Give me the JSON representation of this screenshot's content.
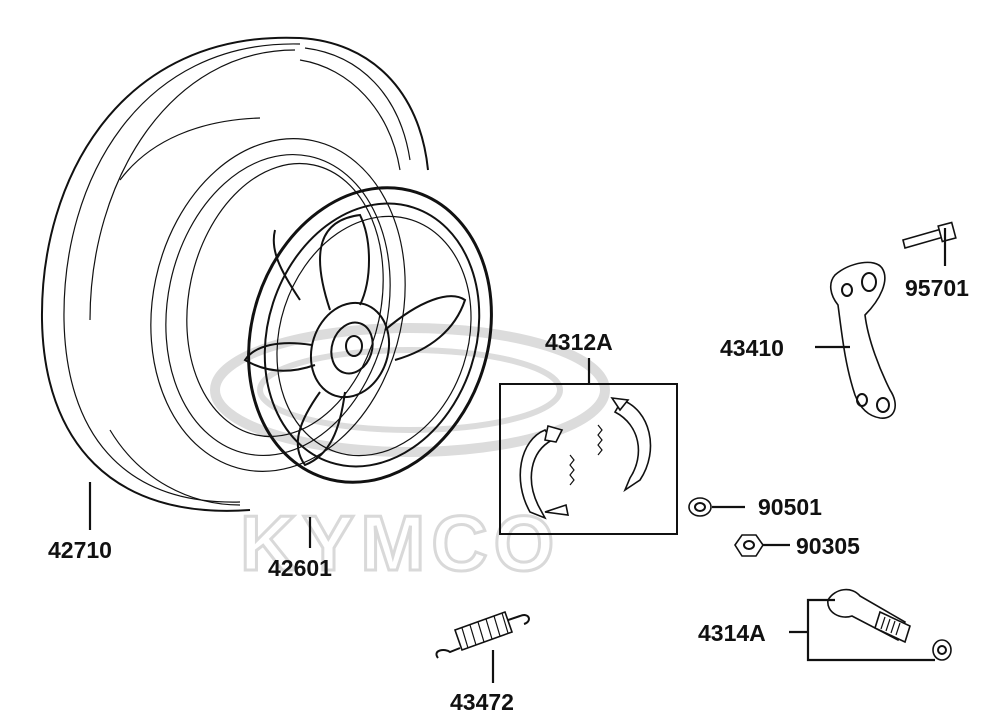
{
  "watermark": "KYMCO",
  "parts": [
    {
      "id": "tire",
      "number": "42710"
    },
    {
      "id": "rim",
      "number": "42601"
    },
    {
      "id": "brake-shoe-set",
      "number": "4312A"
    },
    {
      "id": "brake-arm",
      "number": "43410"
    },
    {
      "id": "bolt",
      "number": "95701"
    },
    {
      "id": "washer",
      "number": "90501"
    },
    {
      "id": "nut",
      "number": "90305"
    },
    {
      "id": "brake-cam-set",
      "number": "4314A"
    },
    {
      "id": "spring",
      "number": "43472"
    }
  ]
}
